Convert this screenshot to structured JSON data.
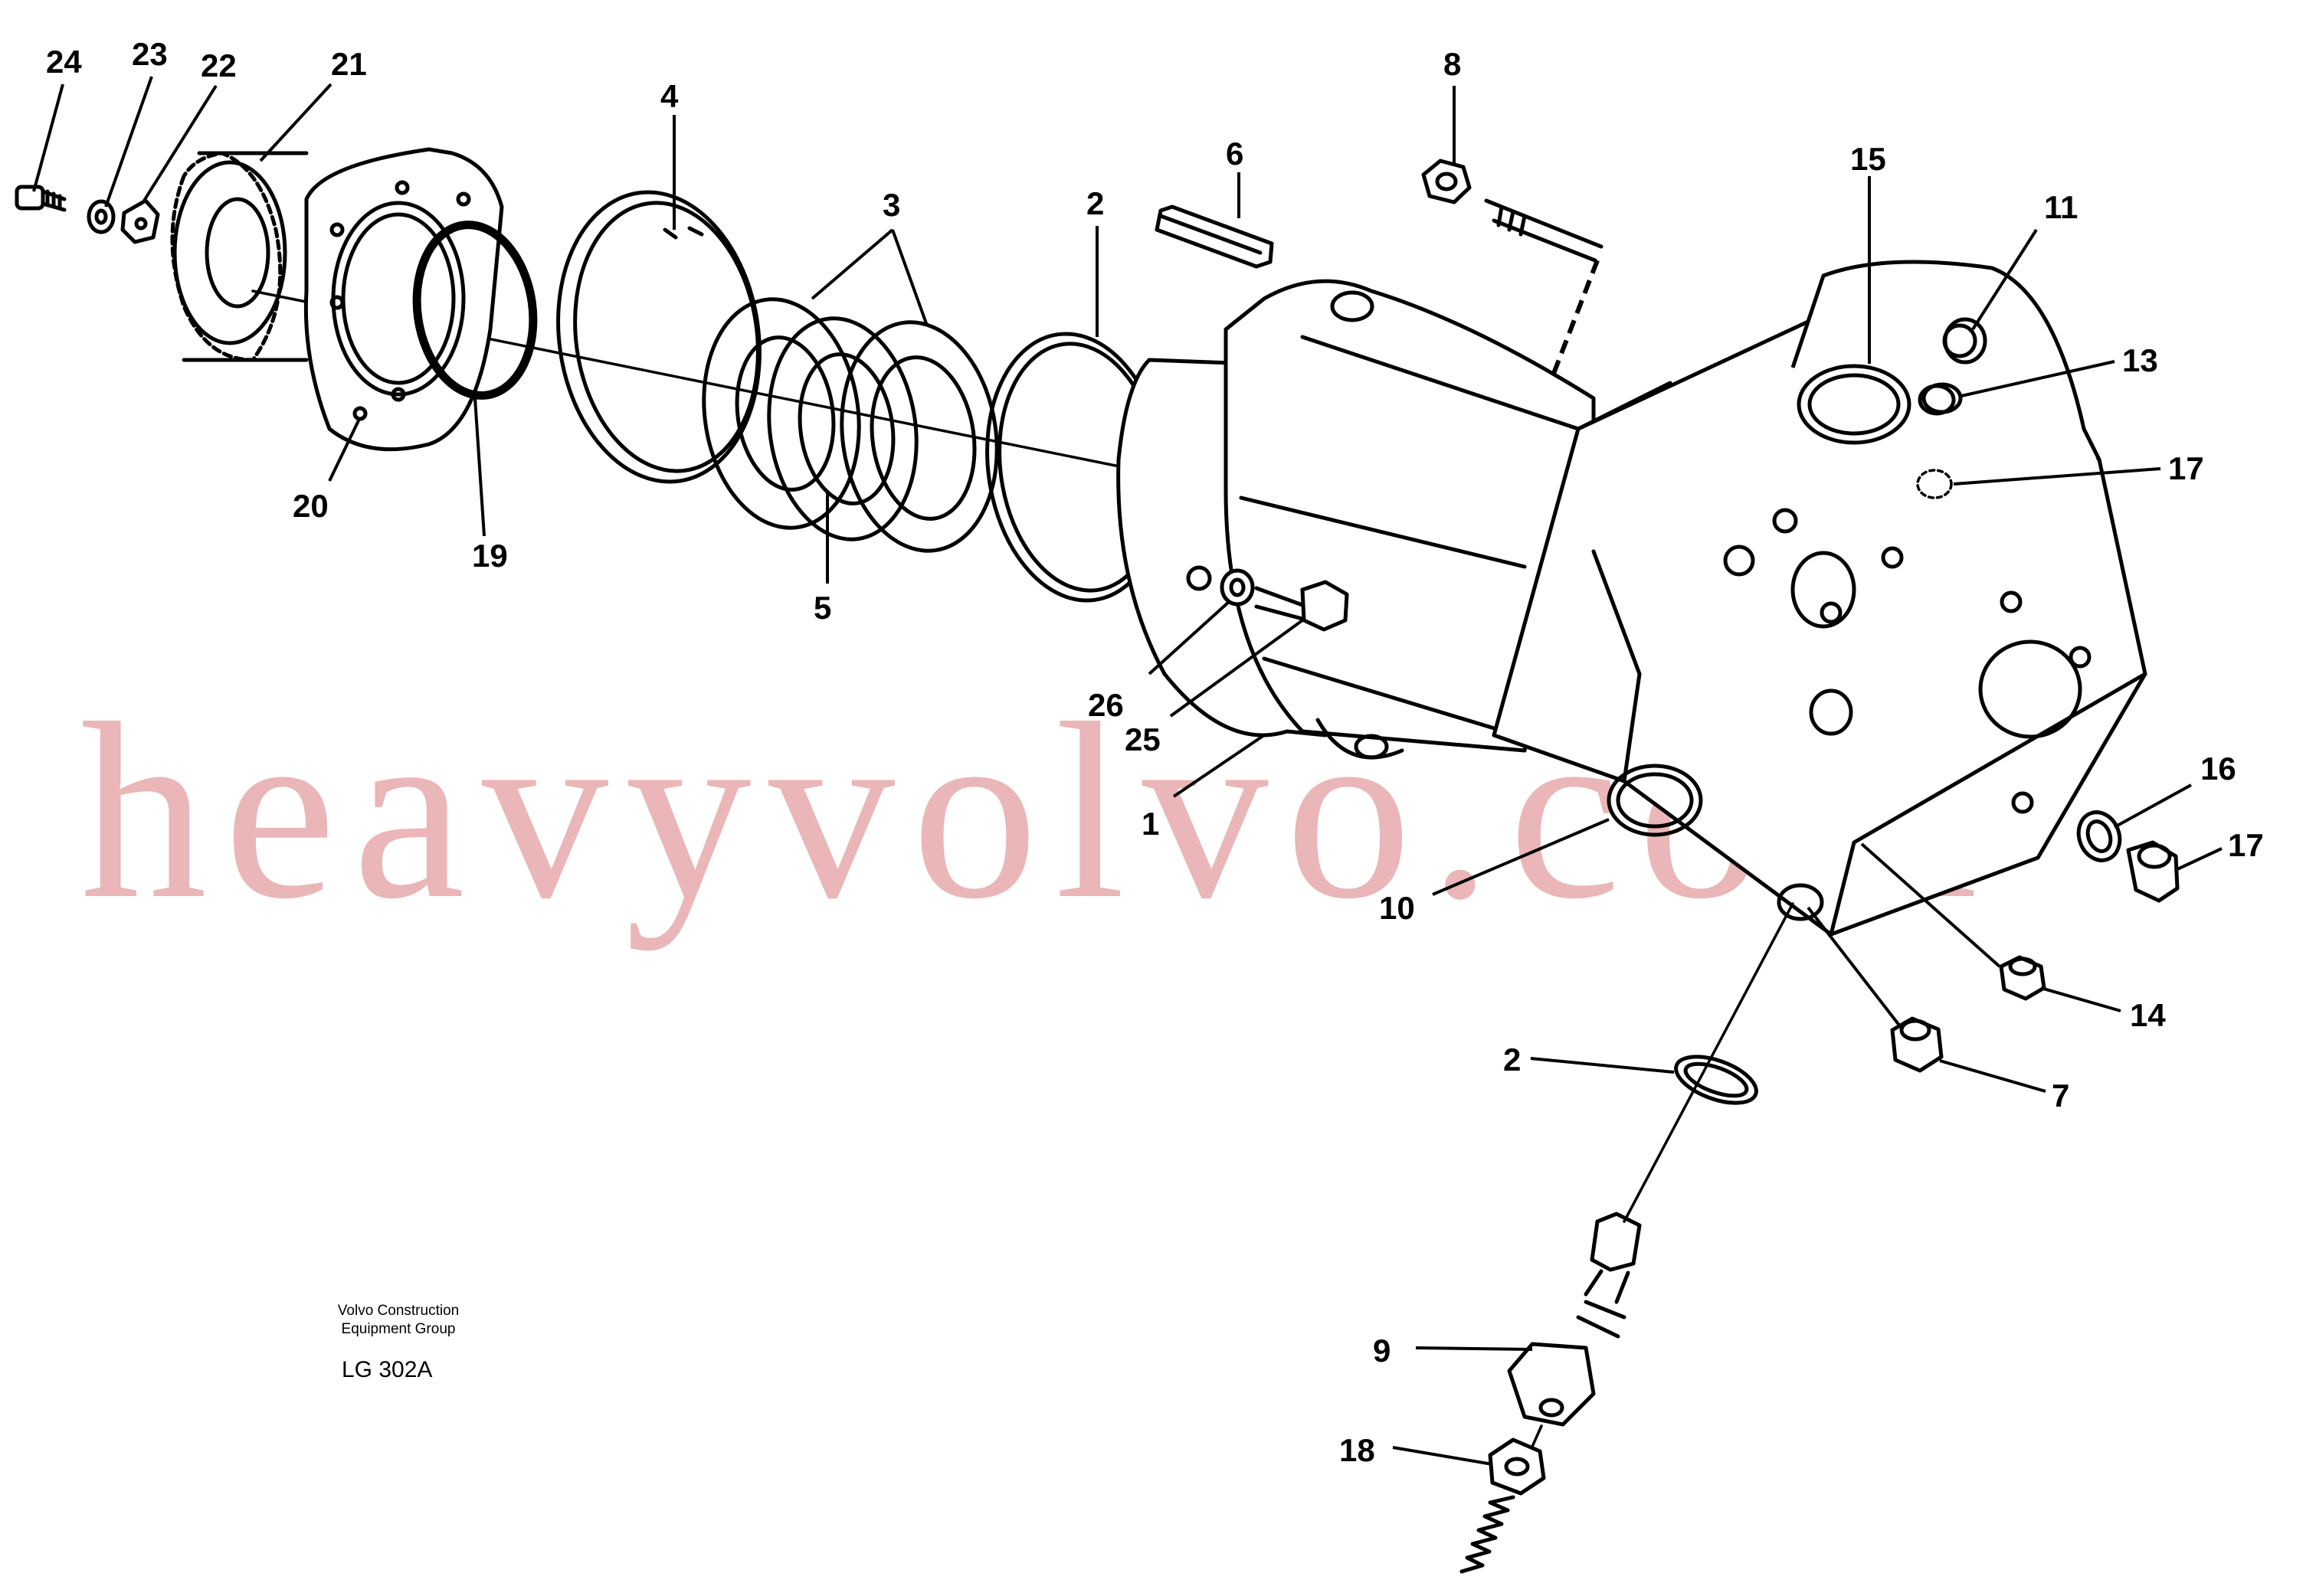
{
  "watermark": "heavyvolvo.com",
  "credit_line_1": "Volvo Construction",
  "credit_line_2": "Equipment Group",
  "drawing_code": "LG 302A",
  "callouts": {
    "c24": "24",
    "c23": "23",
    "c22": "22",
    "c21": "21",
    "c4": "4",
    "c3": "3",
    "c2a": "2",
    "c6": "6",
    "c8": "8",
    "c15": "15",
    "c11": "11",
    "c13": "13",
    "c17a": "17",
    "c20": "20",
    "c19": "19",
    "c5": "5",
    "c26": "26",
    "c25": "25",
    "c1": "1",
    "c10": "10",
    "c16": "16",
    "c17b": "17",
    "c14": "14",
    "c2b": "2",
    "c7": "7",
    "c9": "9",
    "c18": "18"
  },
  "colors": {
    "ink": "#000000",
    "watermark": "#eab6b8",
    "paper": "#ffffff"
  }
}
